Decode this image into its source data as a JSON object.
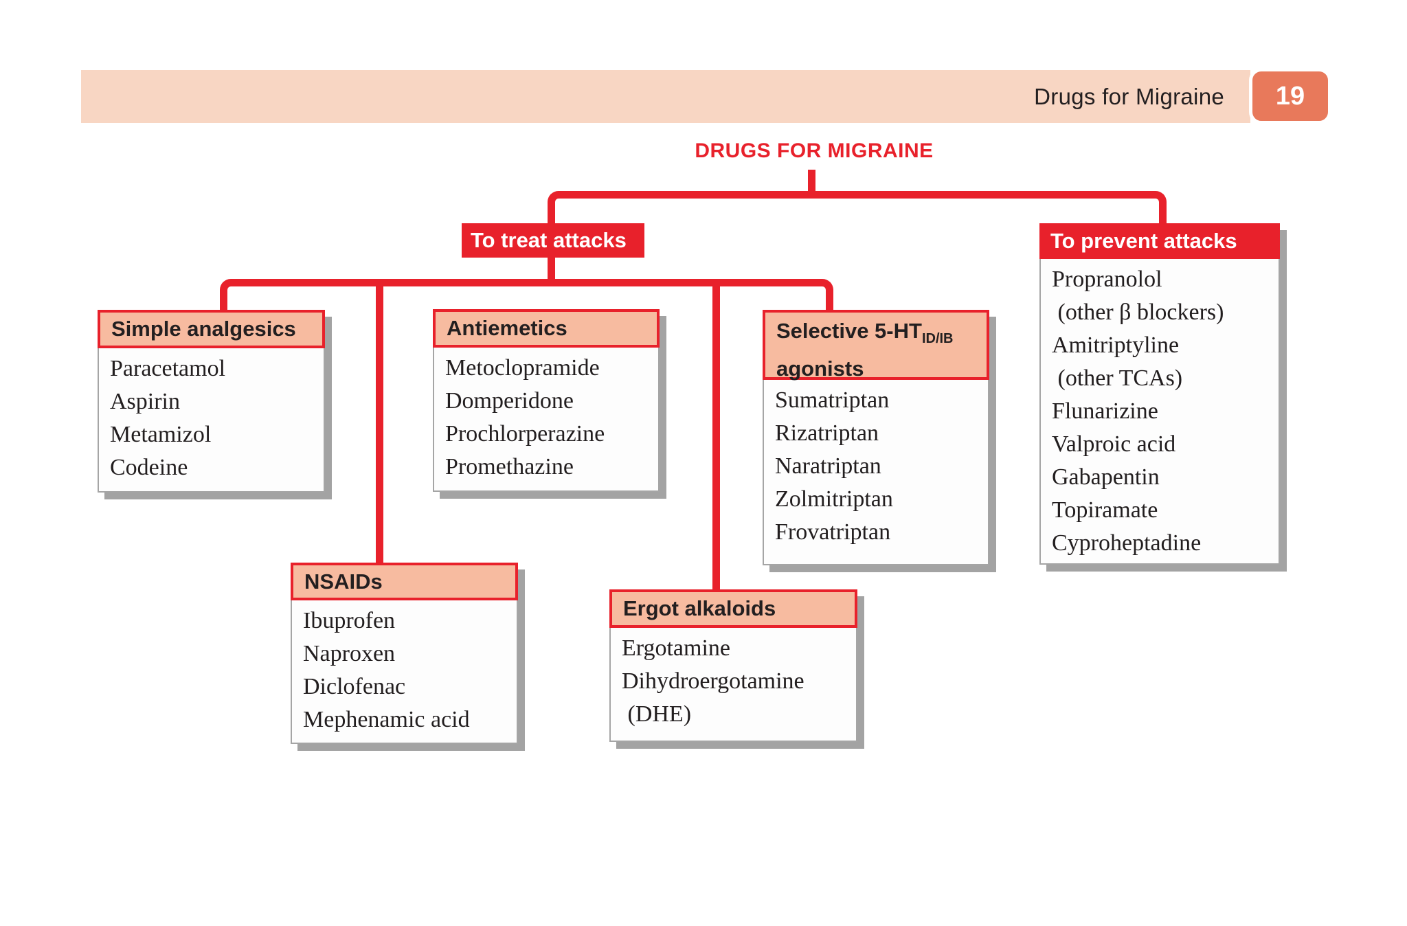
{
  "header_bar": {
    "title": "Drugs for Migraine",
    "page_number": "19"
  },
  "diagram": {
    "title": "DRUGS FOR MIGRAINE",
    "branches": [
      {
        "id": "treat",
        "label": "To treat attacks"
      },
      {
        "id": "prevent",
        "label": "To prevent attacks",
        "items": [
          "Propranolol",
          " (other β blockers)",
          "Amitriptyline",
          " (other TCAs)",
          "Flunarizine",
          "Valproic acid",
          "Gabapentin",
          "Topiramate",
          "Cyproheptadine"
        ]
      }
    ],
    "groups": [
      {
        "id": "simple-analgesics",
        "label": "Simple analgesics",
        "items": [
          "Paracetamol",
          "Aspirin",
          "Metamizol",
          "Codeine"
        ]
      },
      {
        "id": "antiemetics",
        "label": "Antiemetics",
        "items": [
          "Metoclopramide",
          "Domperidone",
          "Prochlorperazine",
          "Promethazine"
        ]
      },
      {
        "id": "selective-5ht-agonists",
        "label_main": "Selective 5-HT",
        "label_sub": "ID/IB",
        "label_line2": "agonists",
        "items": [
          "Sumatriptan",
          "Rizatriptan",
          "Naratriptan",
          "Zolmitriptan",
          "Frovatriptan"
        ]
      },
      {
        "id": "nsaids",
        "label": "NSAIDs",
        "items": [
          "Ibuprofen",
          "Naproxen",
          "Diclofenac",
          "Mephenamic acid"
        ]
      },
      {
        "id": "ergot-alkaloids",
        "label": "Ergot alkaloids",
        "items": [
          "Ergotamine",
          "Dihydroergotamine",
          " (DHE)"
        ]
      }
    ]
  },
  "colors": {
    "accent_red": "#e8212b",
    "peach_header": "#f7bba0",
    "top_bar": "#f8d6c3",
    "badge": "#e8795b",
    "shadow": "#a3a3a3",
    "list_text": "#221e1f"
  }
}
